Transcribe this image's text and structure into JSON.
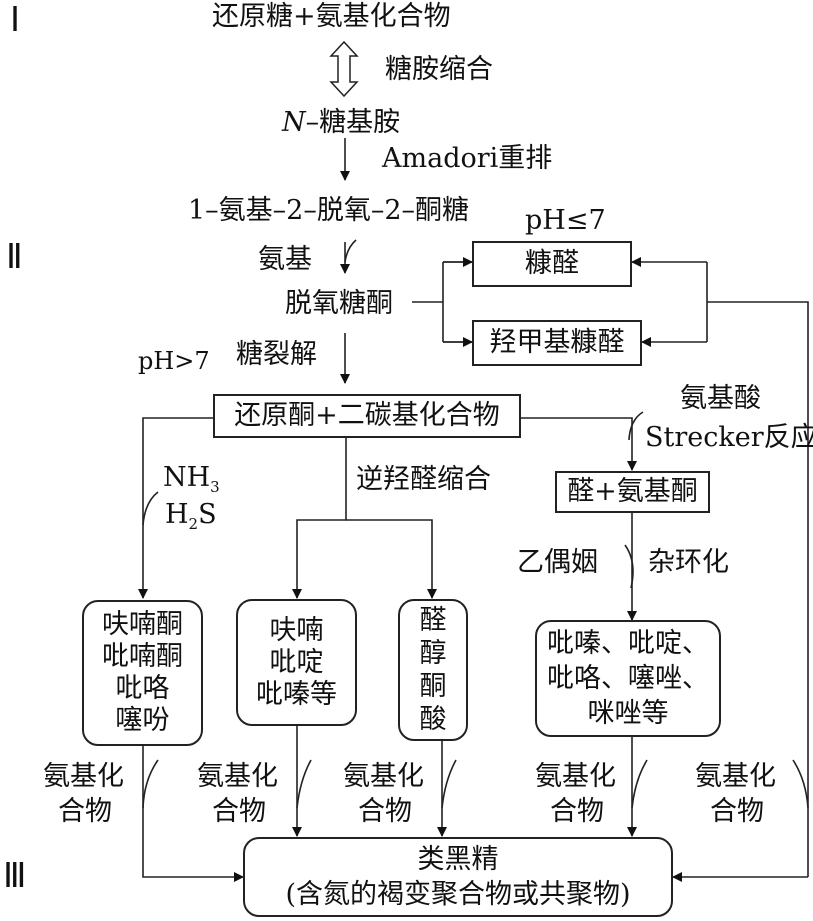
{
  "stages": [
    "Ⅰ",
    "Ⅱ",
    "Ⅲ"
  ],
  "nodes": {
    "start": "还原糖+氨基化合物",
    "glycosylamine_prefix": "N",
    "glycosylamine_rest": "–糖基胺",
    "amadori_product": "1–氨基–2–脱氧–2–酮糖",
    "deoxyosone": "脱氧糖酮",
    "furfural": "糠醛",
    "hmf": "羟甲基糠醛",
    "reductone": "还原酮+二碳基化合物",
    "aldehyde_aminoketone": "醛+氨基酮",
    "box_furanone": [
      "呋喃酮",
      "吡喃酮",
      "吡咯",
      "噻吩"
    ],
    "box_furan": [
      "呋喃",
      "吡啶",
      "吡嗪等"
    ],
    "box_aldehyde": [
      "醛",
      "醇",
      "酮",
      "酸"
    ],
    "box_pyrazine": [
      "吡嗪、吡啶、",
      "吡咯、噻唑、",
      "咪唑等"
    ],
    "melanoidin_title": "类黑精",
    "melanoidin_desc": "(含氮的褐变聚合物或共聚物)"
  },
  "edges": {
    "condensation": "糖胺缩合",
    "amadori": "Amadori重排",
    "ph_le7": "pH≤7",
    "amino": "氨基",
    "ph_gt7": "pH>7",
    "sugar_cleavage": "糖裂解",
    "amino_acid": "氨基酸",
    "strecker": "Strecker反应",
    "nh3": "NH",
    "nh3_sub": "3",
    "h2s_h": "H",
    "h2s_sub": "2",
    "h2s_s": "S",
    "retro_aldol": "逆羟醛缩合",
    "acyloin": "乙偶姻",
    "heterocyclization": "杂环化",
    "amino_compound_1": "氨基化",
    "amino_compound_2": "合物"
  }
}
